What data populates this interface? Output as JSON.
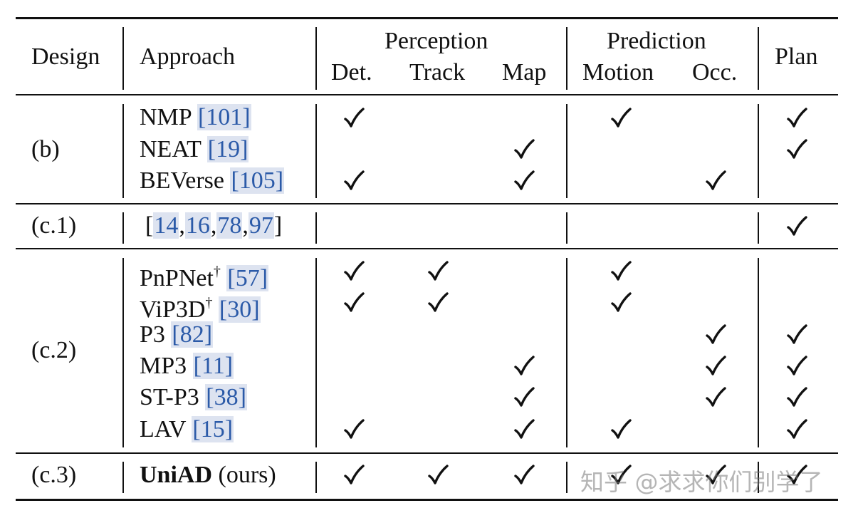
{
  "header": {
    "design": "Design",
    "approach": "Approach",
    "perception": "Perception",
    "prediction": "Prediction",
    "plan": "Plan",
    "det": "Det.",
    "track": "Track",
    "map": "Map",
    "motion": "Motion",
    "occ": "Occ."
  },
  "groups": {
    "b": "(b)",
    "c1": "(c.1)",
    "c2": "(c.2)",
    "c3": "(c.3)"
  },
  "rows": [
    {
      "name": "NMP",
      "ref": "[101]",
      "checks": [
        true,
        false,
        false,
        true,
        false,
        true
      ]
    },
    {
      "name": "NEAT",
      "ref": "[19]",
      "checks": [
        false,
        false,
        true,
        false,
        false,
        true
      ]
    },
    {
      "name": "BEVerse",
      "ref": "[105]",
      "checks": [
        true,
        false,
        true,
        false,
        true,
        false
      ]
    },
    {
      "name": "",
      "refs": [
        "14",
        "16",
        "78",
        "97"
      ],
      "checks": [
        false,
        false,
        false,
        false,
        false,
        true
      ]
    },
    {
      "name": "PnPNet",
      "dagger": "†",
      "ref": "[57]",
      "checks": [
        true,
        true,
        false,
        true,
        false,
        false
      ]
    },
    {
      "name": "ViP3D",
      "dagger": "†",
      "ref": "[30]",
      "checks": [
        true,
        true,
        false,
        true,
        false,
        false
      ]
    },
    {
      "name": "P3",
      "ref": "[82]",
      "checks": [
        false,
        false,
        false,
        false,
        true,
        true
      ]
    },
    {
      "name": "MP3",
      "ref": "[11]",
      "checks": [
        false,
        false,
        true,
        false,
        true,
        true
      ]
    },
    {
      "name": "ST-P3",
      "ref": "[38]",
      "checks": [
        false,
        false,
        true,
        false,
        true,
        true
      ]
    },
    {
      "name": "LAV",
      "ref": "[15]",
      "checks": [
        true,
        false,
        true,
        true,
        false,
        true
      ]
    },
    {
      "name": "UniAD",
      "suffix": "(ours)",
      "checks": [
        true,
        true,
        true,
        true,
        true,
        true
      ]
    }
  ],
  "watermark": "知乎 @求求你们别学了",
  "colors": {
    "ref_text": "#2b5aa8",
    "ref_bg": "#dde3f0",
    "rule": "#111111"
  }
}
